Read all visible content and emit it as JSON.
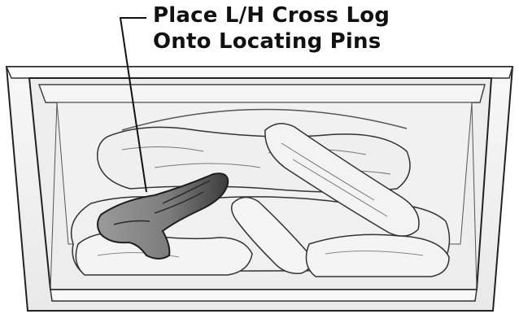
{
  "callout": {
    "line1": "Place L/H Cross Log",
    "line2": "Onto Locating Pins"
  },
  "colors": {
    "stroke": "#222222",
    "firebox_face": "#f2f2f2",
    "firebox_inner": "#e8e8e8",
    "white_logs": "#eeeeee",
    "cross_log": "#8a8a8a",
    "cross_log_dark": "#4a4a4a"
  },
  "icons": [
    "leader-line-arrow"
  ]
}
